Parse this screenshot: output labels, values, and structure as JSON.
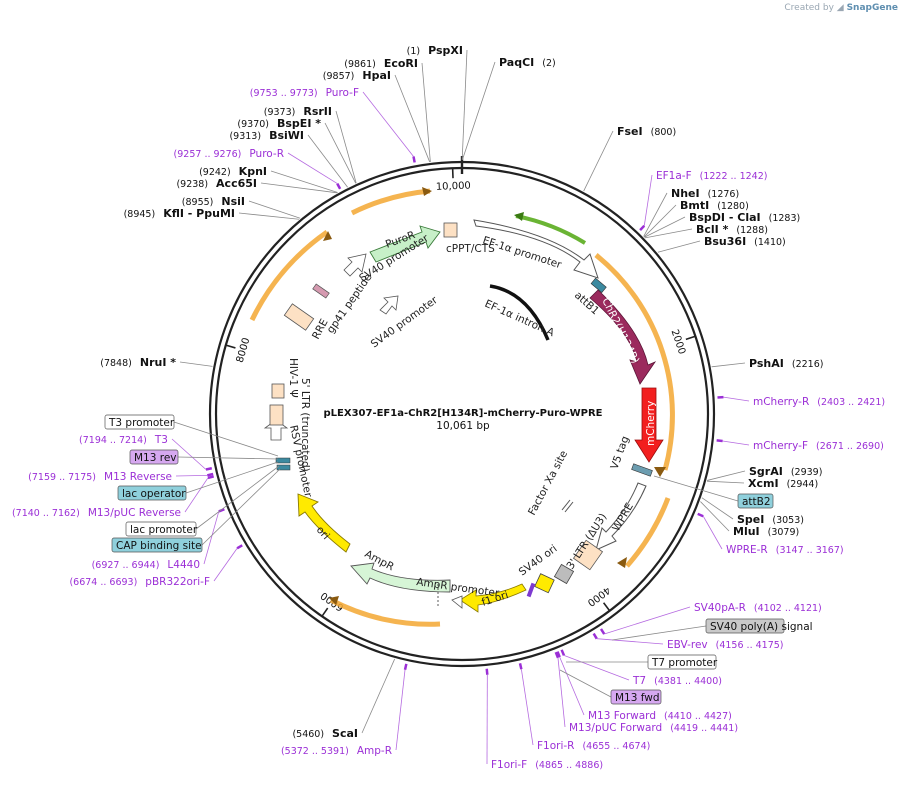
{
  "watermark": {
    "prefix": "Created by",
    "brand": "SnapGene"
  },
  "plasmid": {
    "name": "pLEX307-EF1a-ChR2[H134R]-mCherry-Puro-WPRE",
    "length_label": "10,061 bp",
    "length": 10061
  },
  "ticks": [
    {
      "label": "2000",
      "pos": 2000
    },
    {
      "label": "4000",
      "pos": 4000
    },
    {
      "label": "6000",
      "pos": 6000
    },
    {
      "label": "8000",
      "pos": 8000
    },
    {
      "label": "10,000",
      "pos": 10000
    }
  ],
  "sites": [
    {
      "name": "PspXI",
      "pos_label": "(1)",
      "pos": 1,
      "side": "right"
    },
    {
      "name": "PaqCI",
      "pos_label": "(2)",
      "pos": 2,
      "side": "right"
    },
    {
      "name": "FseI",
      "pos_label": "(800)",
      "pos": 800,
      "side": "right"
    },
    {
      "name": "NheI",
      "pos_label": "(1276)",
      "pos": 1276,
      "side": "right"
    },
    {
      "name": "BmtI",
      "pos_label": "(1280)",
      "pos": 1280,
      "side": "right"
    },
    {
      "name": "BspDI - ClaI",
      "pos_label": "(1283)",
      "pos": 1283,
      "side": "right"
    },
    {
      "name": "BclI *",
      "pos_label": "(1288)",
      "pos": 1288,
      "side": "right"
    },
    {
      "name": "Bsu36I",
      "pos_label": "(1410)",
      "pos": 1410,
      "side": "right"
    },
    {
      "name": "PshAI",
      "pos_label": "(2216)",
      "pos": 2216,
      "side": "right"
    },
    {
      "name": "SgrAI",
      "pos_label": "(2939)",
      "pos": 2939,
      "side": "right"
    },
    {
      "name": "XcmI",
      "pos_label": "(2944)",
      "pos": 2944,
      "side": "right"
    },
    {
      "name": "SpeI",
      "pos_label": "(3053)",
      "pos": 3053,
      "side": "right"
    },
    {
      "name": "MluI",
      "pos_label": "(3079)",
      "pos": 3079,
      "side": "right"
    },
    {
      "name": "ScaI",
      "pos_label": "(5460)",
      "pos": 5460,
      "side": "left"
    },
    {
      "name": "NruI *",
      "pos_label": "(7848)",
      "pos": 7848,
      "side": "left"
    },
    {
      "name": "KflI - PpuMI",
      "pos_label": "(8945)",
      "pos": 8945,
      "side": "left"
    },
    {
      "name": "NsiI",
      "pos_label": "(8955)",
      "pos": 8955,
      "side": "left"
    },
    {
      "name": "Acc65I",
      "pos_label": "(9238)",
      "pos": 9238,
      "side": "left"
    },
    {
      "name": "KpnI",
      "pos_label": "(9242)",
      "pos": 9242,
      "side": "left"
    },
    {
      "name": "BsiWI",
      "pos_label": "(9313)",
      "pos": 9313,
      "side": "left"
    },
    {
      "name": "BspEI *",
      "pos_label": "(9370)",
      "pos": 9370,
      "side": "left"
    },
    {
      "name": "RsrII",
      "pos_label": "(9373)",
      "pos": 9373,
      "side": "left"
    },
    {
      "name": "HpaI",
      "pos_label": "(9857)",
      "pos": 9857,
      "side": "left"
    },
    {
      "name": "EcoRI",
      "pos_label": "(9861)",
      "pos": 9861,
      "side": "left"
    }
  ],
  "primers": [
    {
      "name": "EF1a-F",
      "pos_label": "(1222 .. 1242)",
      "start": 1222,
      "end": 1242,
      "side": "right"
    },
    {
      "name": "mCherry-R",
      "pos_label": "(2403 .. 2421)",
      "start": 2403,
      "end": 2421,
      "side": "right"
    },
    {
      "name": "mCherry-F",
      "pos_label": "(2671 .. 2690)",
      "start": 2671,
      "end": 2690,
      "side": "right"
    },
    {
      "name": "WPRE-R",
      "pos_label": "(3147 .. 3167)",
      "start": 3147,
      "end": 3167,
      "side": "right"
    },
    {
      "name": "SV40pA-R",
      "pos_label": "(4102 .. 4121)",
      "start": 4102,
      "end": 4121,
      "side": "right"
    },
    {
      "name": "EBV-rev",
      "pos_label": "(4156 .. 4175)",
      "start": 4156,
      "end": 4175,
      "side": "right"
    },
    {
      "name": "T7",
      "pos_label": "(4381 .. 4400)",
      "start": 4381,
      "end": 4400,
      "side": "right"
    },
    {
      "name": "M13 Forward",
      "pos_label": "(4410 .. 4427)",
      "start": 4410,
      "end": 4427,
      "side": "right"
    },
    {
      "name": "M13/pUC Forward",
      "pos_label": "(4419 .. 4441)",
      "start": 4419,
      "end": 4441,
      "side": "right"
    },
    {
      "name": "F1ori-R",
      "pos_label": "(4655 .. 4674)",
      "start": 4655,
      "end": 4674,
      "side": "right"
    },
    {
      "name": "F1ori-F",
      "pos_label": "(4865 .. 4886)",
      "start": 4865,
      "end": 4886,
      "side": "right"
    },
    {
      "name": "Amp-R",
      "pos_label": "(5372 .. 5391)",
      "start": 5372,
      "end": 5391,
      "side": "left"
    },
    {
      "name": "pBR322ori-F",
      "pos_label": "(6674 .. 6693)",
      "start": 6674,
      "end": 6693,
      "side": "left"
    },
    {
      "name": "L4440",
      "pos_label": "(6927 .. 6944)",
      "start": 6927,
      "end": 6944,
      "side": "left"
    },
    {
      "name": "M13/pUC Reverse",
      "pos_label": "(7140 .. 7162)",
      "start": 7140,
      "end": 7162,
      "side": "left"
    },
    {
      "name": "M13 Reverse",
      "pos_label": "(7159 .. 7175)",
      "start": 7159,
      "end": 7175,
      "side": "left"
    },
    {
      "name": "T3",
      "pos_label": "(7194 .. 7214)",
      "start": 7194,
      "end": 7214,
      "side": "left"
    },
    {
      "name": "Puro-R",
      "pos_label": "(9257 .. 9276)",
      "start": 9257,
      "end": 9276,
      "side": "left"
    },
    {
      "name": "Puro-F",
      "pos_label": "(9753 .. 9773)",
      "start": 9753,
      "end": 9773,
      "side": "left"
    }
  ],
  "boxed_features": [
    {
      "name": "attB2",
      "style": "teal"
    },
    {
      "name": "SV40 poly(A) signal",
      "style": "gray"
    },
    {
      "name": "T7 promoter",
      "style": "white"
    },
    {
      "name": "M13 fwd",
      "style": "purple"
    },
    {
      "name": "T3 promoter",
      "style": "white"
    },
    {
      "name": "M13 rev",
      "style": "purple"
    },
    {
      "name": "lac operator",
      "style": "teal"
    },
    {
      "name": "lac promoter",
      "style": "white"
    },
    {
      "name": "CAP binding site",
      "style": "teal"
    }
  ],
  "feature_labels": [
    "EF-1α promoter",
    "attB1",
    "ChR2(H134R)",
    "mCherry",
    "V5 tag",
    "WPRE",
    "3' LTR (ΔU3)",
    "SV40 ori",
    "f1 ori",
    "AmpR promoter",
    "AmpR",
    "ori",
    "RSV promoter",
    "5' LTR (truncated)",
    "HIV-1 Ψ",
    "RRE",
    "gp41 peptide",
    "SV40 promoter",
    "PuroR",
    "cPPT/CTS",
    "SV40 promoter",
    "EF-1α intron A",
    "Factor Xa site"
  ],
  "colors": {
    "chr2": "#9b2a5d",
    "mcherry": "#f21f1f",
    "puro": "#c7f0c8",
    "ampr": "#d6f5d6",
    "ori_yellow": "#ffea00",
    "orf_orange": "#f3a731",
    "primer": "#9b2fd6",
    "teal_box": "#8fd0dc",
    "purple_box": "#d6a8f0",
    "gray_box": "#c9c9c9"
  }
}
